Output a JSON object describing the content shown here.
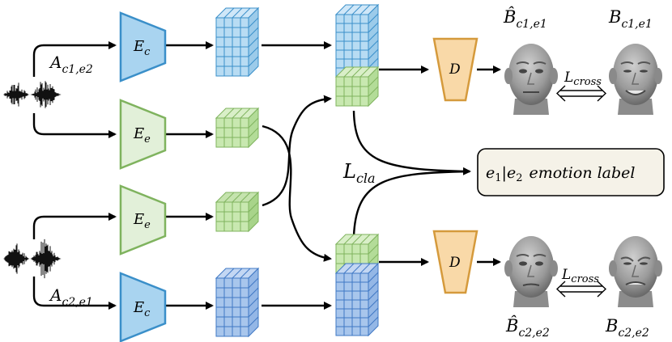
{
  "encoders": {
    "content_top": {
      "symbol": "E",
      "subscript": "c"
    },
    "emotion_top": {
      "symbol": "E",
      "subscript": "e"
    },
    "emotion_bottom": {
      "symbol": "E",
      "subscript": "e"
    },
    "content_bottom": {
      "symbol": "E",
      "subscript": "c"
    }
  },
  "decoders": {
    "top": {
      "symbol": "D"
    },
    "bottom": {
      "symbol": "D"
    }
  },
  "audio_labels": {
    "top": {
      "symbol": "A",
      "subscript": "c1,e2"
    },
    "bottom": {
      "symbol": "A",
      "subscript": "c2,e1"
    }
  },
  "face_labels": {
    "top_pred": {
      "symbol": "B̂",
      "subscript": "c1,e1"
    },
    "top_gt": {
      "symbol": "B",
      "subscript": "c1,e1"
    },
    "bottom_pred": {
      "symbol": "B̂",
      "subscript": "c2,e2"
    },
    "bottom_gt": {
      "symbol": "B",
      "subscript": "c2,e2"
    }
  },
  "losses": {
    "cross_top": {
      "symbol": "L",
      "subscript": "cross"
    },
    "cross_bottom": {
      "symbol": "L",
      "subscript": "cross"
    },
    "classification": {
      "symbol": "L",
      "subscript": "cla"
    }
  },
  "emotion_box": {
    "e1": "e",
    "e1_sub": "1",
    "sep": "|",
    "e2": "e",
    "e2_sub": "2",
    "rest": "emotion label"
  },
  "colors": {
    "content_fill": "#a9d4f0",
    "content_stroke": "#3a8fc9",
    "content_dark_fill": "#a8c6ec",
    "content_dark_stroke": "#3f78c4",
    "emotion_fill": "#e2f0d9",
    "emotion_stroke": "#7fb35e",
    "emotion_cube_fill": "#c8e8b0",
    "decoder_fill": "#f9d9a8",
    "decoder_stroke": "#d59a3c",
    "box_fill": "#f5f2e8"
  }
}
